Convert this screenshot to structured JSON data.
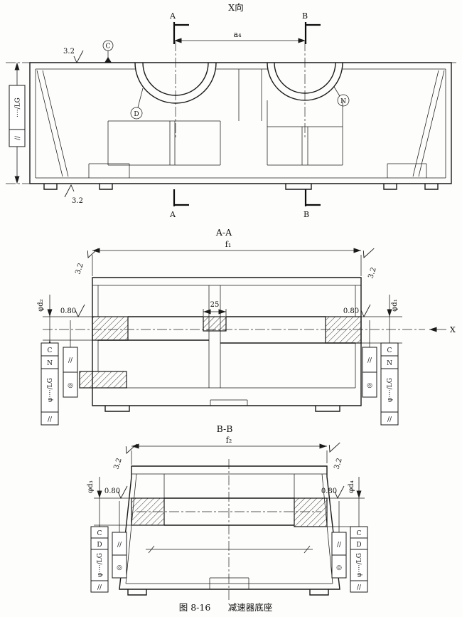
{
  "caption": {
    "figure": "图 8-16",
    "title": "减速器底座"
  },
  "top_view": {
    "view_label": "X向",
    "section_a_label": "A",
    "section_b_label": "B",
    "dim_a4": "a₄",
    "roughness_top": "3.2",
    "roughness_bottom": "3.2",
    "datum_c": "C",
    "datum_d": "D",
    "datum_n": "N",
    "tol_frame": {
      "cell_tolerance": "····/LG",
      "cell_symbol": "//"
    }
  },
  "section_aa": {
    "title": "A-A",
    "dim_f1": "f₁",
    "dim_rib_width": "25",
    "roughness_left": "3.2",
    "roughness_right": "3.2",
    "dim_bore_left": "φd₂",
    "dim_bore_right": "φd₁",
    "bore_finish_left": "0.80",
    "bore_finish_right": "0.80",
    "x_direction_label": "X",
    "frame_left_main": {
      "cells": [
        "C",
        "N",
        "φ····/LG",
        "//"
      ]
    },
    "frame_left_aux": {
      "cells": [
        "//",
        "◎"
      ]
    },
    "frame_right_main": {
      "cells": [
        "C",
        "N",
        "φ····/LG",
        "//"
      ]
    },
    "frame_right_aux": {
      "cells": [
        "//",
        "◎"
      ]
    }
  },
  "section_bb": {
    "title": "B-B",
    "dim_f2": "f₂",
    "roughness_left": "3.2",
    "roughness_right": "3.2",
    "dim_bore_left": "φd₃",
    "dim_bore_right": "φd₄",
    "bore_finish_left": "0.80",
    "bore_finish_right": "0.80",
    "frame_left_main": {
      "cells": [
        "C",
        "D",
        "φ····/LG",
        "//"
      ]
    },
    "frame_left_aux": {
      "cells": [
        "//",
        "◎"
      ]
    },
    "frame_right_main": {
      "cells": [
        "C",
        "D",
        "φ····/LG",
        "//"
      ]
    },
    "frame_right_aux": {
      "cells": [
        "//",
        "◎"
      ]
    }
  }
}
